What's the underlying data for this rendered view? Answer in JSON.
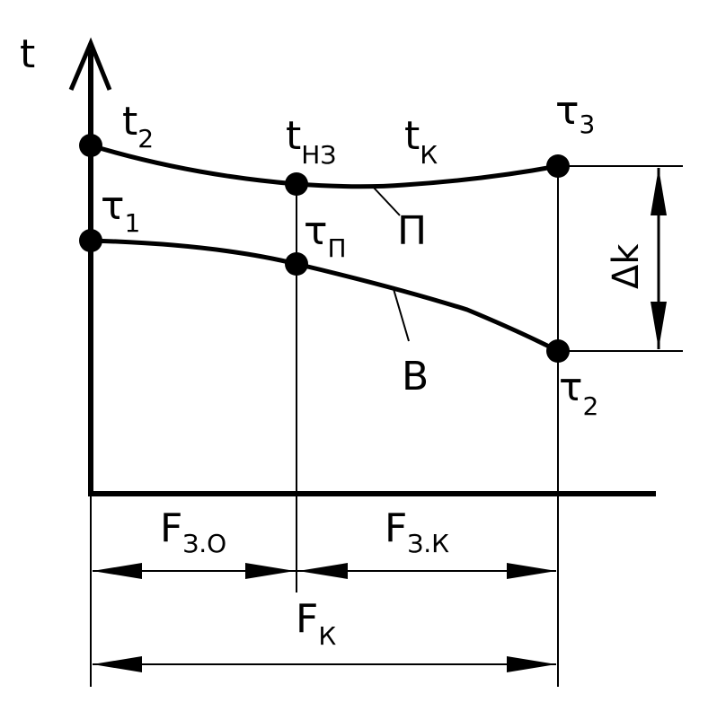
{
  "axes": {
    "y_label": "t"
  },
  "points": {
    "t2": {
      "main": "t",
      "sub": "2"
    },
    "tau1": {
      "main": "τ",
      "sub": "1"
    },
    "tnz": {
      "main": "t",
      "sub": "НЗ"
    },
    "tk": {
      "main": "t",
      "sub": "К"
    },
    "tau3": {
      "main": "τ",
      "sub": "3"
    },
    "tau_p": {
      "main": "τ",
      "sub": "П"
    },
    "tau2": {
      "main": "τ",
      "sub": "2"
    }
  },
  "curves": {
    "upper_label": "П",
    "lower_label": "В"
  },
  "dimensions": {
    "delta_k": "Δk",
    "f_zo": {
      "main": "F",
      "sub": "З.О"
    },
    "f_zk": {
      "main": "F",
      "sub": "З.К"
    },
    "f_k": {
      "main": "F",
      "sub": "К"
    }
  }
}
